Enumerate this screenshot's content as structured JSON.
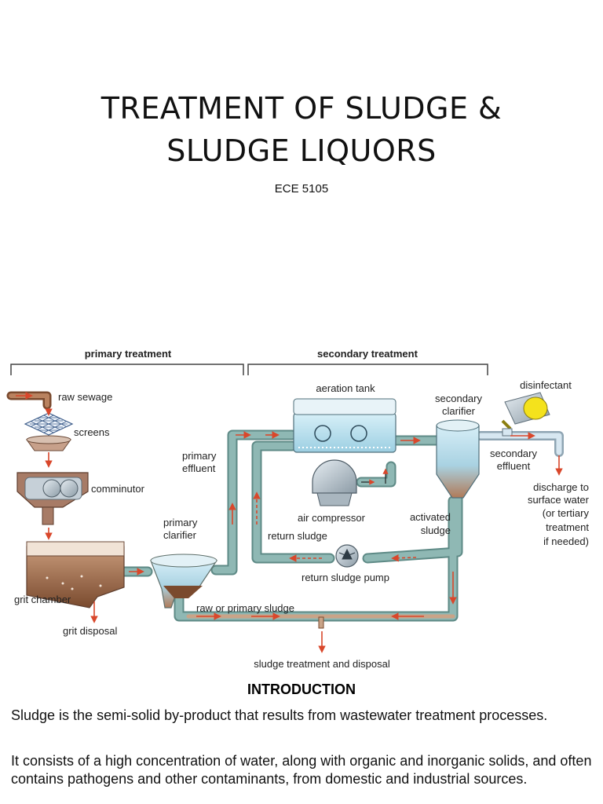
{
  "slide": {
    "title_line1": "TREATMENT OF SLUDGE &",
    "title_line2": "SLUDGE LIQUORS",
    "subtitle": "ECE 5105"
  },
  "diagram": {
    "sections": {
      "primary": "primary treatment",
      "secondary": "secondary treatment"
    },
    "labels": {
      "raw_sewage": "raw sewage",
      "screens": "screens",
      "comminutor": "comminutor",
      "grit_chamber": "grit chamber",
      "grit_disposal": "grit disposal",
      "primary_effluent_1": "primary",
      "primary_effluent_2": "effluent",
      "primary_clarifier_1": "primary",
      "primary_clarifier_2": "clarifier",
      "raw_or_primary_sludge": "raw or primary sludge",
      "sludge_treatment": "sludge treatment and disposal",
      "aeration_tank": "aeration tank",
      "air_compressor": "air compressor",
      "return_sludge": "return sludge",
      "return_sludge_pump": "return sludge pump",
      "secondary_clarifier_1": "secondary",
      "secondary_clarifier_2": "clarifier",
      "activated_sludge_1": "activated",
      "activated_sludge_2": "sludge",
      "disinfectant": "disinfectant",
      "secondary_effluent_1": "secondary",
      "secondary_effluent_2": "effluent",
      "discharge_1": "discharge to",
      "discharge_2": "surface water",
      "discharge_3": "(or tertiary",
      "discharge_4": "treatment",
      "discharge_5": "if needed)"
    },
    "colors": {
      "pipe": "#8fb8b4",
      "pipe_outline": "#5e8a86",
      "arrow": "#d9472b",
      "sludge": "#8a5a3c",
      "water": "#bfe3f0",
      "metal": "#b9c6cf",
      "disinfectant": "#f4e21c"
    }
  },
  "intro": {
    "heading": "INTRODUCTION",
    "para1": "Sludge is the semi-solid by-product that results from wastewater treatment processes.",
    "para2": "It consists of a high concentration of water, along with organic and inorganic solids, and often contains pathogens and other contaminants, from domestic and industrial sources."
  }
}
